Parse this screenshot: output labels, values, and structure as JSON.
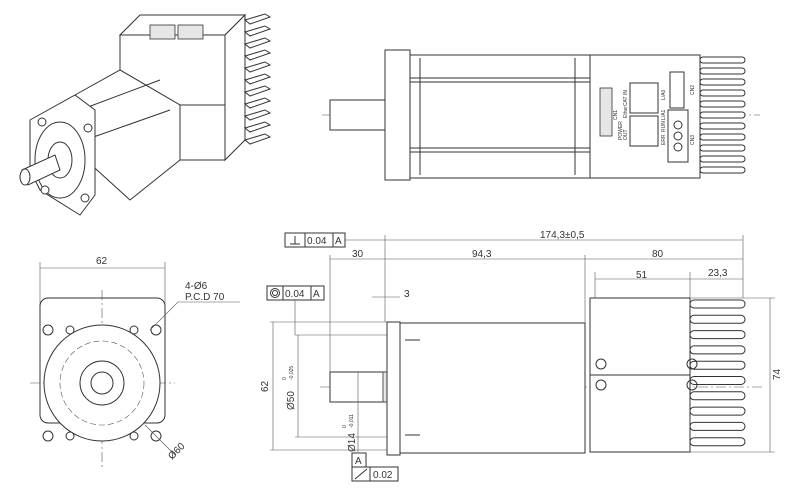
{
  "dimensions": {
    "overall_length": "174,3±0,5",
    "shaft_length": "30",
    "motor_length": "94,3",
    "driver_length": "80",
    "driver_box": "51",
    "heatsink": "23,3",
    "flange_thickness": "3",
    "height_side": "62",
    "driver_height": "74",
    "pilot_diameter": "Ø50",
    "pilot_tol_upper": "0",
    "pilot_tol_lower": "-0,025",
    "shaft_diameter": "Ø14",
    "shaft_tol_upper": "0",
    "shaft_tol_lower": "-0,011",
    "front_width": "62",
    "holes": "4-Ø6",
    "pcd": "P.C.D 70",
    "outer_diameter": "Ø60"
  },
  "tolerances": {
    "perpendicularity": {
      "value": "0.04",
      "datum": "A"
    },
    "concentricity": {
      "value": "0.04",
      "datum": "A"
    },
    "runout": {
      "value": "0.02"
    },
    "datum_label": "A"
  },
  "connector_labels": [
    "IN",
    "OUT",
    "EtherCAT",
    "CN1",
    "CN2",
    "CN3",
    "L/A0",
    "L/A1",
    "RUN",
    "ERR",
    "POWER"
  ]
}
